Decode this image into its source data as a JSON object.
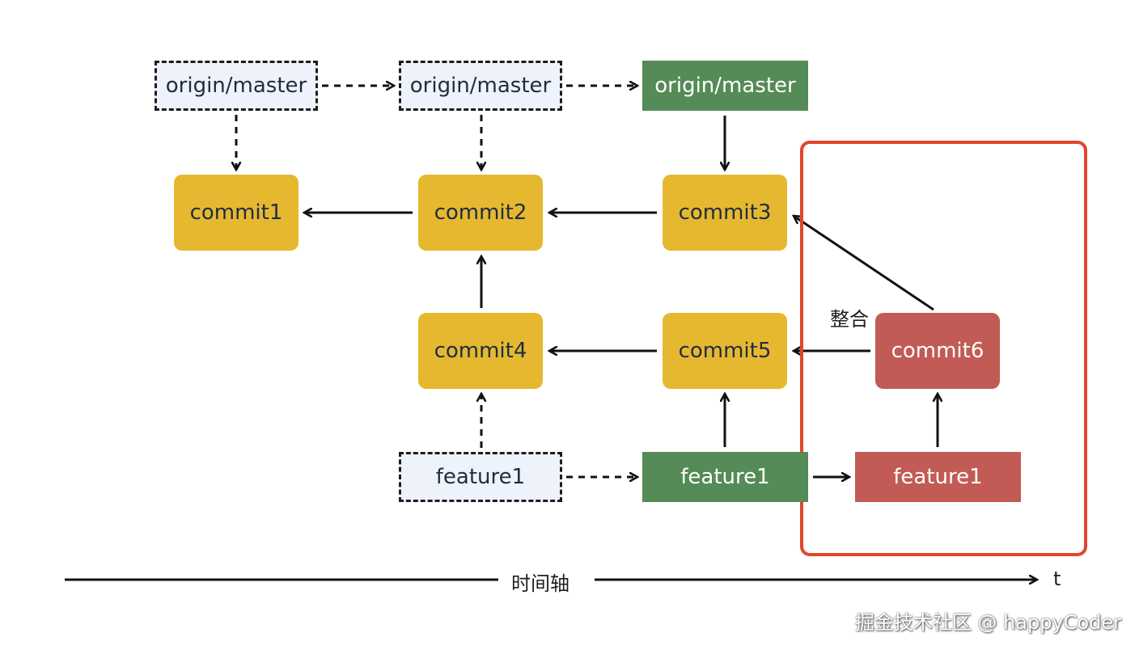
{
  "commits": {
    "c1": "commit1",
    "c2": "commit2",
    "c3": "commit3",
    "c4": "commit4",
    "c5": "commit5",
    "c6": "commit6"
  },
  "refs": {
    "origin_master": "origin/master",
    "feature": "feature1"
  },
  "labels": {
    "integrate": "整合",
    "timeline": "时间轴",
    "t": "t"
  },
  "watermark": "掘金技术社区 @ happyCoder",
  "colors": {
    "commit": "#e6b830",
    "commit_new": "#c25b55",
    "ref_old": "#eef2fb",
    "ref_current": "#558b56",
    "ref_new": "#c25b55",
    "highlight": "#e2452b"
  }
}
